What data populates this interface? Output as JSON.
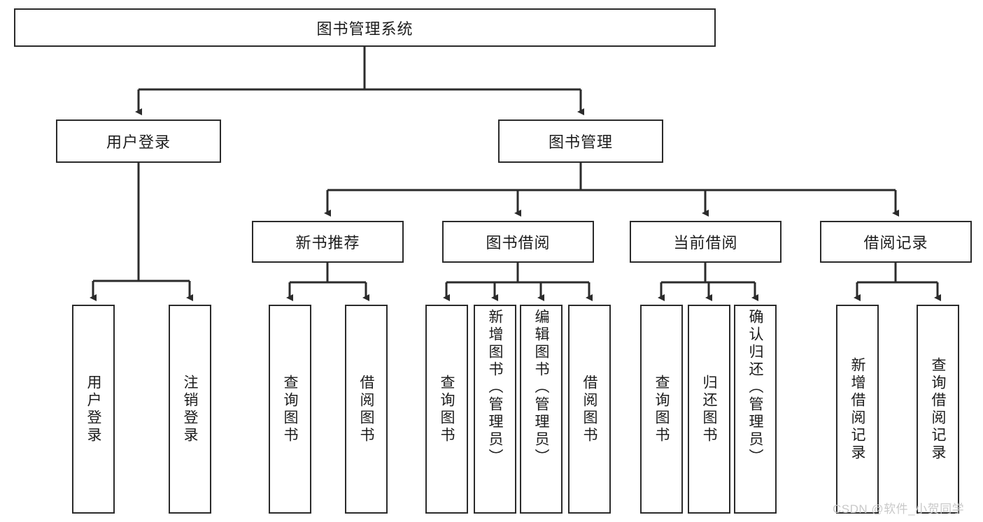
{
  "diagram": {
    "type": "tree-flowchart",
    "title": "图书管理系统",
    "root": {
      "label": "图书管理系统"
    },
    "level2": [
      {
        "label": "用户登录"
      },
      {
        "label": "图书管理"
      }
    ],
    "level3": [
      {
        "label": "新书推荐"
      },
      {
        "label": "图书借阅"
      },
      {
        "label": "当前借阅"
      },
      {
        "label": "借阅记录"
      }
    ],
    "leaves": {
      "user_login": [
        {
          "label": "用户登录"
        },
        {
          "label": "注销登录"
        }
      ],
      "new_book_recommend": [
        {
          "label": "查询图书"
        },
        {
          "label": "借阅图书"
        }
      ],
      "book_borrow": [
        {
          "label": "查询图书"
        },
        {
          "label": "新增图书（管理员）"
        },
        {
          "label": "编辑图书（管理员）"
        },
        {
          "label": "借阅图书"
        }
      ],
      "current_borrow": [
        {
          "label": "查询图书"
        },
        {
          "label": "归还图书"
        },
        {
          "label": "确认归还（管理员）"
        }
      ],
      "borrow_record": [
        {
          "label": "新增借阅记录"
        },
        {
          "label": "查询借阅记录"
        }
      ]
    }
  },
  "watermark": {
    "text": "CSDN @软件_小贺同学"
  },
  "colors": {
    "stroke": "#2b2b2b",
    "fill": "#ffffff",
    "text": "#1c1c1c",
    "watermark": "#c9c9c9"
  }
}
